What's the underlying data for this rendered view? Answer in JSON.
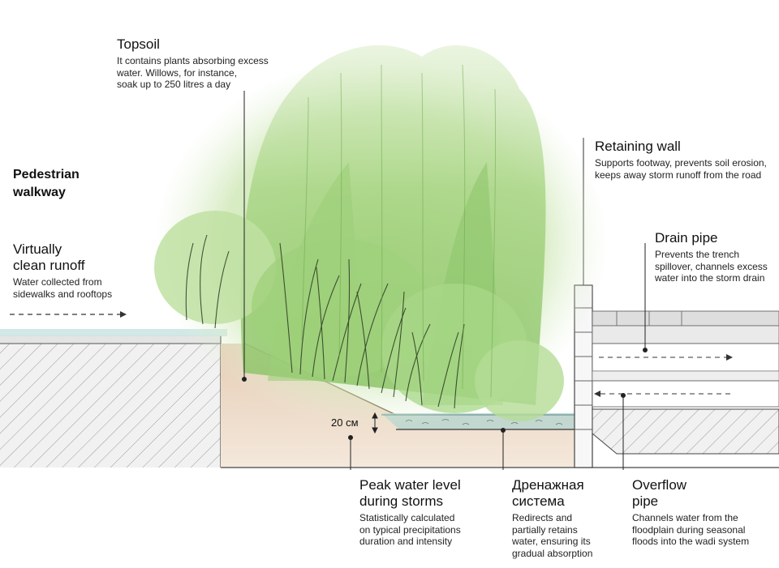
{
  "labels": {
    "topsoil": {
      "title": "Topsoil",
      "text": "It contains plants absorbing excess\nwater. Willows, for instance,\nsoak up to 250 litres a day"
    },
    "pedestrian": {
      "title": "Pedestrian\nwalkway"
    },
    "runoff": {
      "title": "Virtually\nclean runoff",
      "text": "Water collected from\nsidewalks and rooftops"
    },
    "retaining_wall": {
      "title": "Retaining wall",
      "text": "Supports footway, prevents soil erosion,\nkeeps away storm runoff from the road"
    },
    "drain_pipe": {
      "title": "Drain pipe",
      "text": "Prevents the trench\nspillover, channels excess\nwater into the storm drain"
    },
    "peak_water": {
      "title": "Peak water level\nduring storms",
      "text": "Statistically calculated\non typical precipitations\nduration and intensity"
    },
    "drainage": {
      "title": "Дренажная\nсистема",
      "text": "Redirects and\npartially retains\nwater, ensuring its\ngradual absorption"
    },
    "overflow": {
      "title": "Overflow\npipe",
      "text": "Channels water from the\nfloodplain during seasonal\nfloods into the wadi system"
    },
    "depth": "20 см"
  },
  "colors": {
    "foliage_light": "#cfe6b3",
    "foliage_mid": "#a9d483",
    "foliage_dark": "#7cb85c",
    "soil": "#ecd9c7",
    "water": "#b9dcdc",
    "line": "#333333"
  }
}
